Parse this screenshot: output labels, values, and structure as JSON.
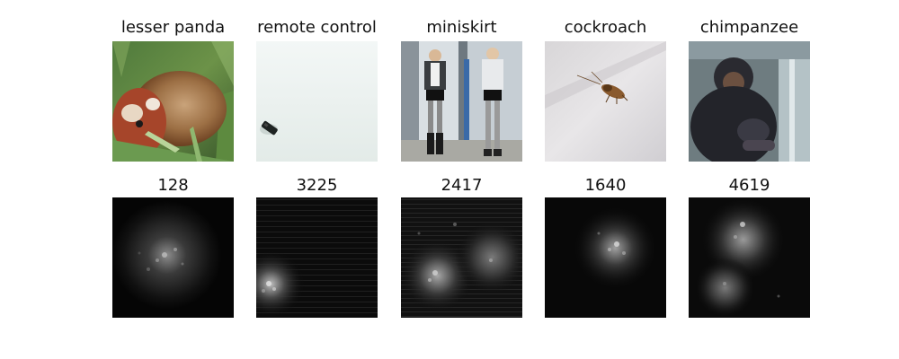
{
  "top_row": [
    {
      "title": "lesser panda"
    },
    {
      "title": "remote control"
    },
    {
      "title": "miniskirt"
    },
    {
      "title": "cockroach"
    },
    {
      "title": "chimpanzee"
    }
  ],
  "bottom_row": [
    {
      "title": "128"
    },
    {
      "title": "3225"
    },
    {
      "title": "2417"
    },
    {
      "title": "1640"
    },
    {
      "title": "4619"
    }
  ]
}
